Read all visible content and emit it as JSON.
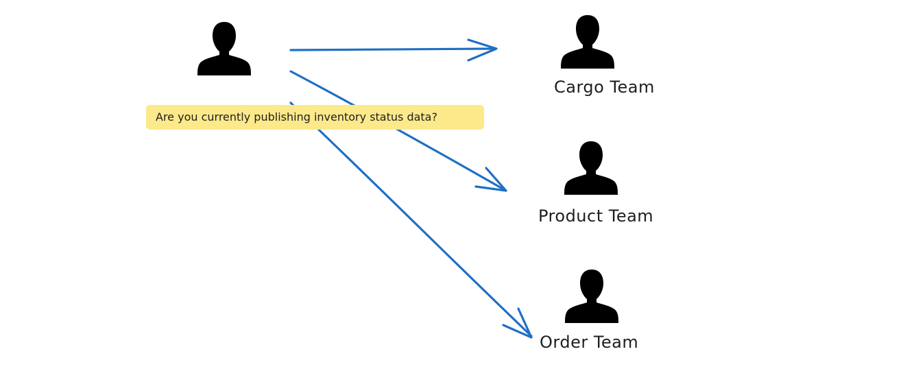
{
  "colors": {
    "arrow": "#1f6fc4",
    "highlight": "#fce98a",
    "person": "#000000",
    "text": "#1e1e1e"
  },
  "source": {
    "icon": "person-icon"
  },
  "question": {
    "text": "Are you currently publishing inventory status data?"
  },
  "teams": [
    {
      "label": "Cargo Team",
      "icon": "person-icon"
    },
    {
      "label": "Product Team",
      "icon": "person-icon"
    },
    {
      "label": "Order Team",
      "icon": "person-icon"
    }
  ]
}
